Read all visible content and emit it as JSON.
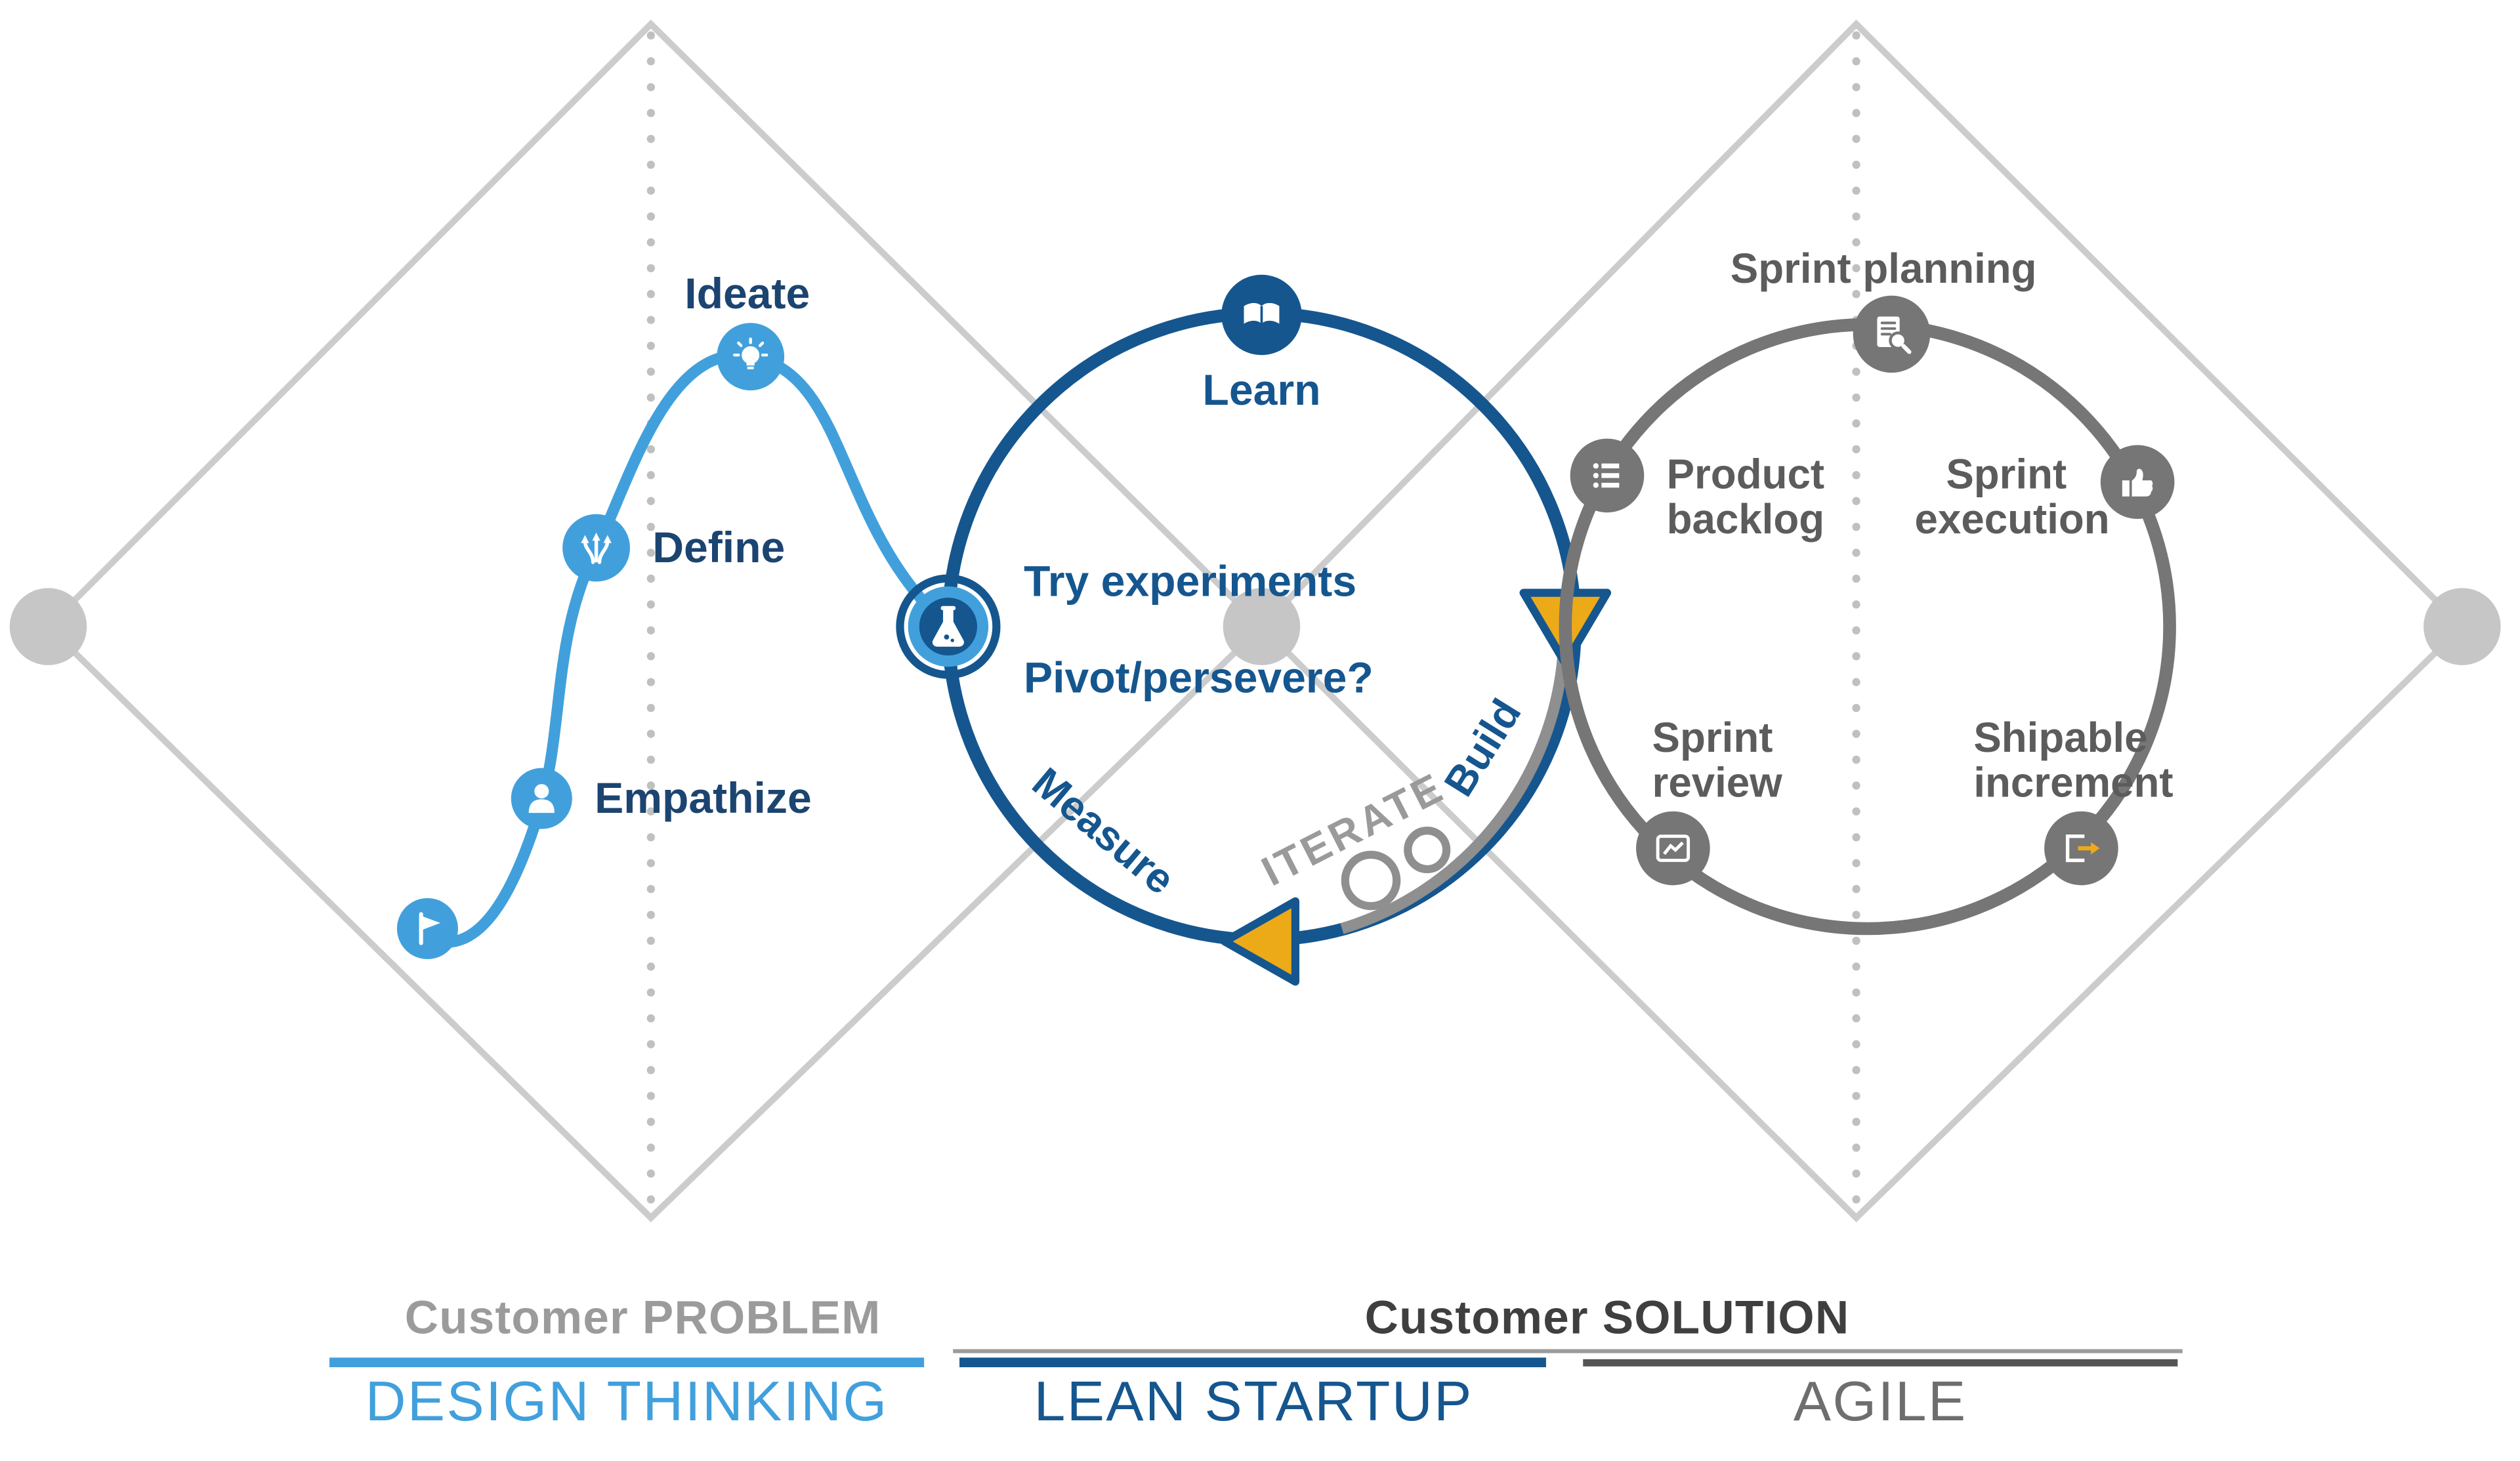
{
  "design_thinking": {
    "start_icon": "flag-icon",
    "experiment_icon": "flask-icon",
    "steps": [
      {
        "label": "Empathize",
        "icon": "person-icon"
      },
      {
        "label": "Define",
        "icon": "split-arrows-icon"
      },
      {
        "label": "Ideate",
        "icon": "lightbulb-icon"
      }
    ]
  },
  "lean_startup": {
    "learn_label": "Learn",
    "learn_icon": "open-book-icon",
    "try_experiments_label": "Try experiments",
    "pivot_label": "Pivot/persevere?",
    "build_label": "Build",
    "measure_label": "Measure",
    "iterate_label": "ITERATE"
  },
  "agile": {
    "nodes": [
      {
        "icon": "document-magnifier-icon",
        "lines": [
          "Sprint planning",
          ""
        ]
      },
      {
        "icon": "list-icon",
        "lines": [
          "Product",
          "backlog"
        ]
      },
      {
        "icon": "thumbs-up-icon",
        "lines": [
          "Sprint",
          "execution"
        ]
      },
      {
        "icon": "chart-icon",
        "lines": [
          "Sprint",
          "review"
        ]
      },
      {
        "icon": "box-arrow-icon",
        "lines": [
          "Shipable",
          "increment"
        ]
      }
    ]
  },
  "legend": {
    "problem_label": "Customer PROBLEM",
    "solution_label": "Customer SOLUTION",
    "tracks": [
      {
        "title": "DESIGN THINKING",
        "color": "#41A0DC"
      },
      {
        "title": "LEAN STARTUP",
        "color": "#15568F"
      },
      {
        "title": "AGILE",
        "color": "#555555"
      }
    ]
  },
  "colors": {
    "design_thinking": "#41A0DC",
    "lean_startup": "#15568F",
    "agile": "#767676",
    "diamond": "#cccccc",
    "dot": "#c6c6c6",
    "accent_arrow": "#EDAA18",
    "iterate_gray": "#8f8f8f"
  }
}
